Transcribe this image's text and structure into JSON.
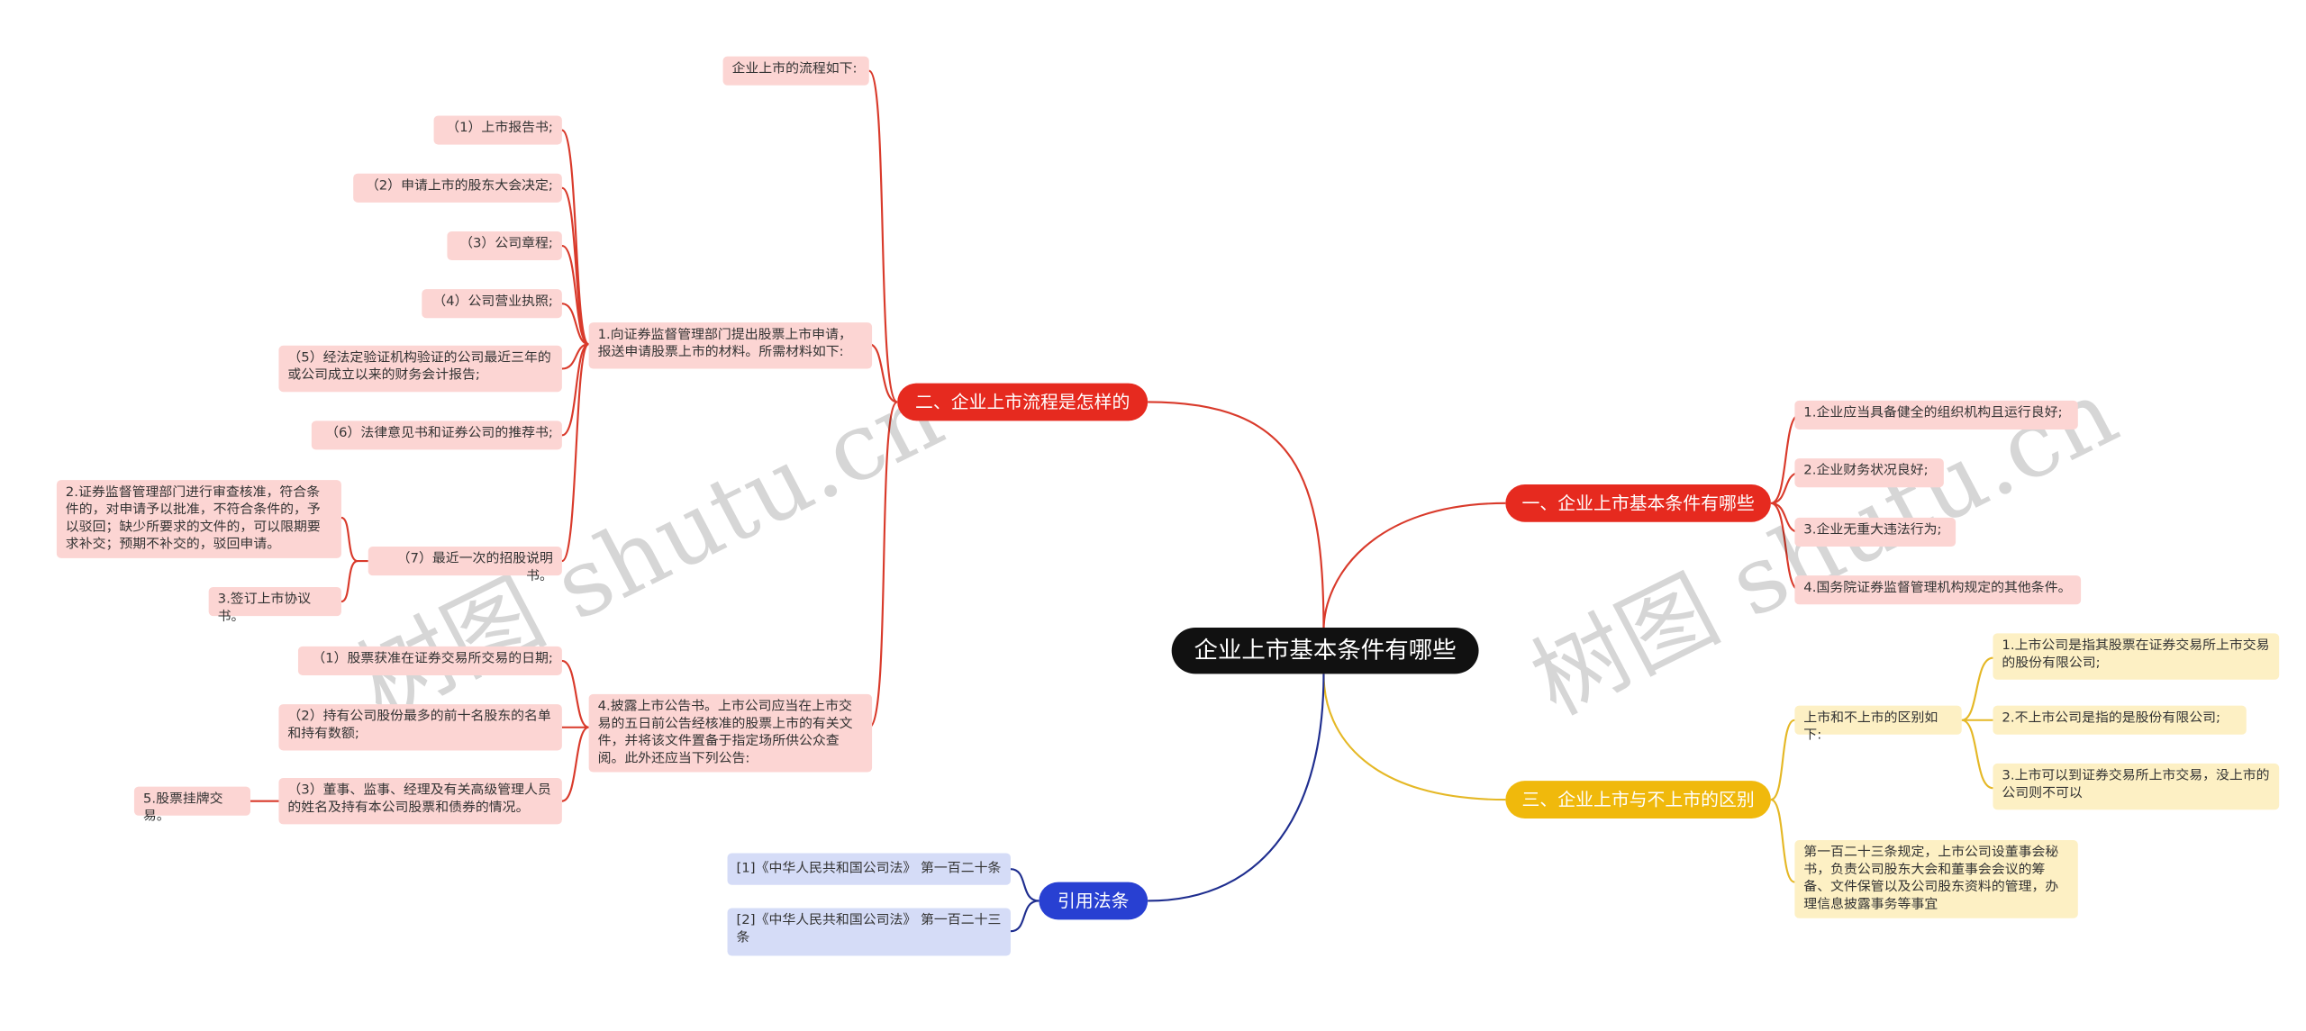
{
  "root": "企业上市基本条件有哪些",
  "watermarks": [
    "树图 shutu.cn",
    "树图 shutu.cn"
  ],
  "colors": {
    "red_branch": "#d93a2b",
    "gold_branch": "#e5b826",
    "navy_branch": "#1f2e8f",
    "pink_node": "#fcd5d3",
    "yellow_node": "#fdf0c4",
    "blue_node": "#d5dcf7"
  },
  "b1": {
    "title": "一、企业上市基本条件有哪些",
    "items": [
      "1.企业应当具备健全的组织机构且运行良好;",
      "2.企业财务状况良好;",
      "3.企业无重大违法行为;",
      "4.国务院证券监督管理机构规定的其他条件。"
    ]
  },
  "b2": {
    "title": "二、企业上市流程是怎样的",
    "intro": "企业上市的流程如下:",
    "step1": "1.向证券监督管理部门提出股票上市申请，报送申请股票上市的材料。所需材料如下:",
    "step1_items": [
      "（1）上市报告书;",
      "（2）申请上市的股东大会决定;",
      "（3）公司章程;",
      "（4）公司营业执照;",
      "（5）经法定验证机构验证的公司最近三年的或公司成立以来的财务会计报告;",
      "（6）法律意见书和证券公司的推荐书;",
      "（7）最近一次的招股说明书。"
    ],
    "step2": "2.证券监督管理部门进行审查核准，符合条件的，对申请予以批准，不符合条件的，予以驳回；缺少所要求的文件的，可以限期要求补交；预期不补交的，驳回申请。",
    "step3": "3.签订上市协议书。",
    "step4": "4.披露上市公告书。上市公司应当在上市交易的五日前公告经核准的股票上市的有关文件，并将该文件置备于指定场所供公众查阅。此外还应当下列公告:",
    "step4_items": [
      "（1）股票获准在证券交易所交易的日期;",
      "（2）持有公司股份最多的前十名股东的名单和持有数额;",
      "（3）董事、监事、经理及有关高级管理人员的姓名及持有本公司股票和债券的情况。"
    ],
    "step5": "5.股票挂牌交易。"
  },
  "b3": {
    "title": "三、企业上市与不上市的区别",
    "intro": "上市和不上市的区别如下:",
    "items": [
      "1.上市公司是指其股票在证券交易所上市交易的股份有限公司;",
      "2.不上市公司是指的是股份有限公司;",
      "3.上市可以到证券交易所上市交易，没上市的公司则不可以"
    ],
    "note": "第一百二十三条规定，上市公司设董事会秘书，负责公司股东大会和董事会会议的筹备、文件保管以及公司股东资料的管理，办理信息披露事务等事宜"
  },
  "b4": {
    "title": "引用法条",
    "items": [
      "[1]《中华人民共和国公司法》 第一百二十条",
      "[2]《中华人民共和国公司法》 第一百二十三条"
    ]
  }
}
